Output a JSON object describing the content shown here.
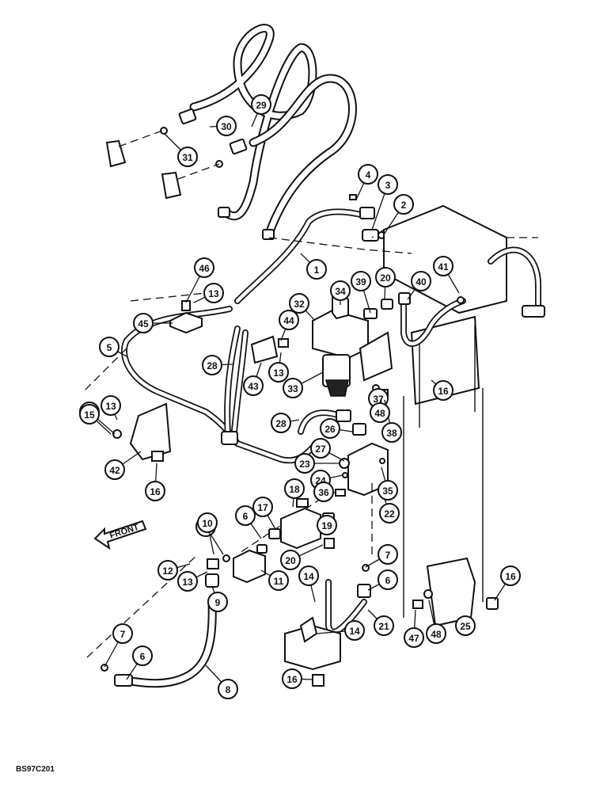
{
  "figure": {
    "drawing_code": "BS97C201",
    "direction_label": "FRONT"
  },
  "callouts": [
    {
      "label": "1"
    },
    {
      "label": "2"
    },
    {
      "label": "3"
    },
    {
      "label": "4"
    },
    {
      "label": "5"
    },
    {
      "label": "6"
    },
    {
      "label": "6"
    },
    {
      "label": "6"
    },
    {
      "label": "7"
    },
    {
      "label": "7"
    },
    {
      "label": "7"
    },
    {
      "label": "8"
    },
    {
      "label": "9"
    },
    {
      "label": "10"
    },
    {
      "label": "11"
    },
    {
      "label": "12"
    },
    {
      "label": "13"
    },
    {
      "label": "13"
    },
    {
      "label": "13"
    },
    {
      "label": "13"
    },
    {
      "label": "13"
    },
    {
      "label": "14"
    },
    {
      "label": "14"
    },
    {
      "label": "15"
    },
    {
      "label": "16"
    },
    {
      "label": "16"
    },
    {
      "label": "16"
    },
    {
      "label": "16"
    },
    {
      "label": "17"
    },
    {
      "label": "18"
    },
    {
      "label": "19"
    },
    {
      "label": "20"
    },
    {
      "label": "20"
    },
    {
      "label": "21"
    },
    {
      "label": "22"
    },
    {
      "label": "23"
    },
    {
      "label": "24"
    },
    {
      "label": "25"
    },
    {
      "label": "26"
    },
    {
      "label": "27"
    },
    {
      "label": "28"
    },
    {
      "label": "28"
    },
    {
      "label": "29"
    },
    {
      "label": "30"
    },
    {
      "label": "31"
    },
    {
      "label": "32"
    },
    {
      "label": "33"
    },
    {
      "label": "34"
    },
    {
      "label": "35"
    },
    {
      "label": "36"
    },
    {
      "label": "37"
    },
    {
      "label": "38"
    },
    {
      "label": "39"
    },
    {
      "label": "40"
    },
    {
      "label": "41"
    },
    {
      "label": "42"
    },
    {
      "label": "43"
    },
    {
      "label": "44"
    },
    {
      "label": "45"
    },
    {
      "label": "46"
    },
    {
      "label": "47"
    },
    {
      "label": "48"
    },
    {
      "label": "48"
    }
  ]
}
